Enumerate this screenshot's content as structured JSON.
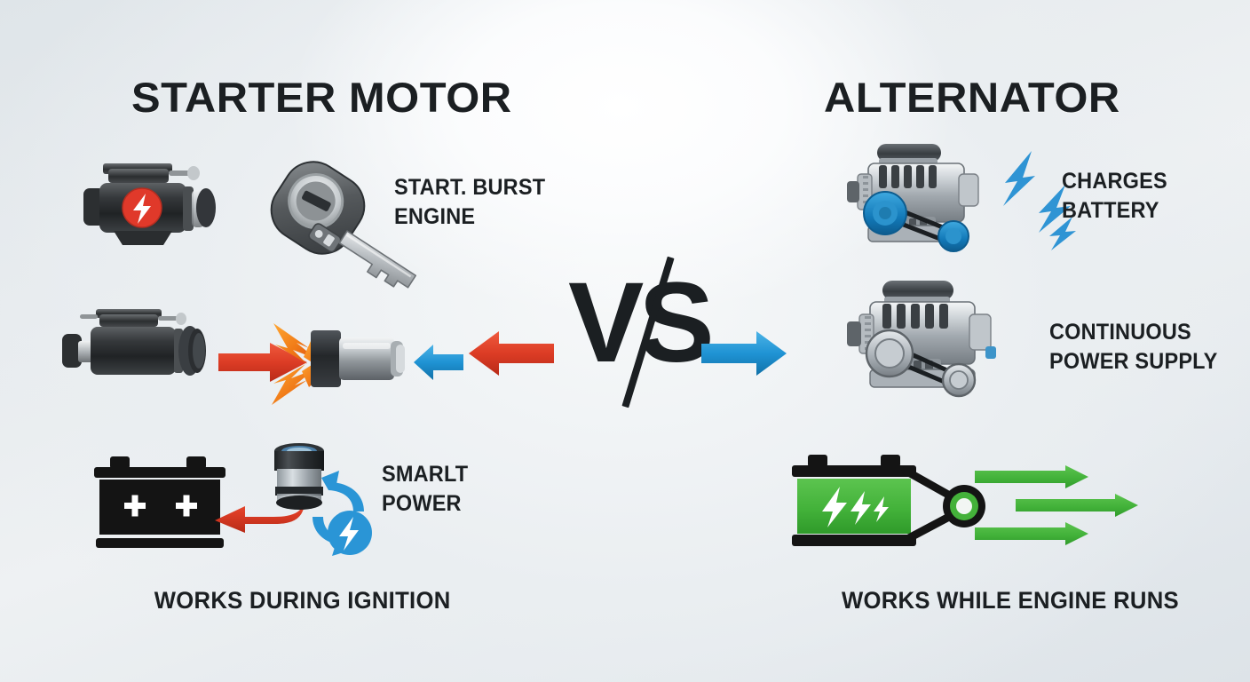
{
  "meta": {
    "layout": "two-column comparison infographic",
    "background_colors": [
      "#dfe5e9",
      "#eef1f3",
      "#dde3e8"
    ]
  },
  "left": {
    "title": "STARTER MOTOR",
    "caption": "WORKS DURING IGNITION",
    "rows": [
      {
        "id": "row-start-burst",
        "label": "START. BURST\nENGINE",
        "icons": [
          "starter-motor-icon",
          "car-key-icon"
        ]
      },
      {
        "id": "row-engagement",
        "label": "",
        "icons": [
          "starter-motor-icon",
          "red-arrow-right-icon",
          "spark-burst-icon",
          "pinion-cylinder-icon",
          "blue-arrow-left-icon"
        ]
      },
      {
        "id": "row-smart-power",
        "label": "SMARLT\nPOWER",
        "icons": [
          "battery-black-icon",
          "red-arrow-left-icon",
          "solenoid-cylinder-icon",
          "blue-cycle-arrows-icon",
          "lightning-bolt-icon"
        ]
      }
    ]
  },
  "right": {
    "title": "ALTERNATOR",
    "caption": "WORKS WHILE ENGINE RUNS",
    "rows": [
      {
        "id": "row-charges-battery",
        "label": "CHARGES\nBATTERY",
        "icons": [
          "engine-blue-pulley-icon",
          "blue-lightning-bolts-icon"
        ]
      },
      {
        "id": "row-continuous-power",
        "label": "CONTINUOUS\nPOWER SUPPLY",
        "icons": [
          "engine-gray-pulley-icon"
        ]
      },
      {
        "id": "row-output",
        "label": "",
        "icons": [
          "battery-green-icon",
          "belt-pulley-icon",
          "green-arrows-icon"
        ]
      }
    ]
  },
  "center": {
    "vs_text": "VS",
    "left_arrow": "red-arrow-left-icon",
    "right_arrow": "blue-arrow-right-icon"
  },
  "colors": {
    "red_arrow": "#d93a26",
    "blue_arrow": "#2196d6",
    "green_accent": "#44b13a",
    "spark_orange": "#ef7a1f",
    "battery_black": "#141414",
    "text": "#1b1f22",
    "metal_light": "#d9dde0",
    "metal_dark": "#2a2d30"
  }
}
